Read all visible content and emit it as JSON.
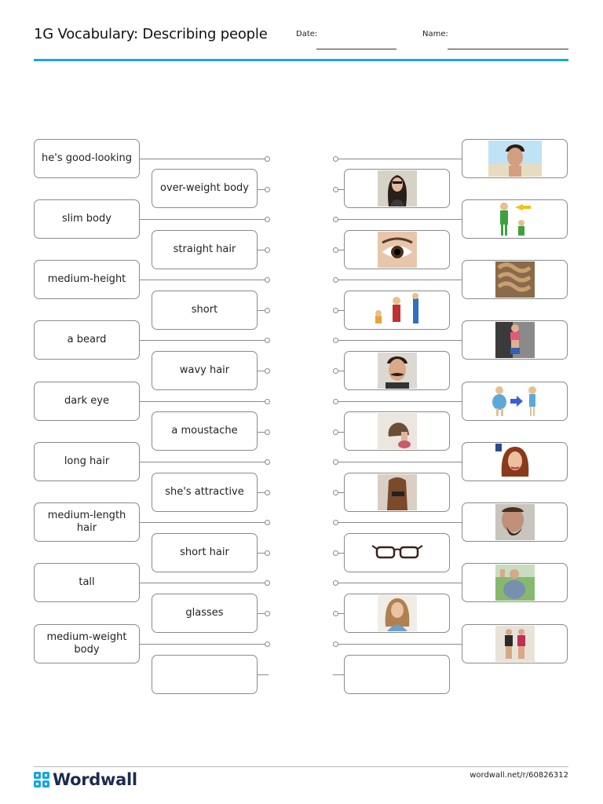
{
  "header": {
    "title": "1G Vocabulary: Describing people",
    "date_label": "Date:",
    "name_label": "Name:"
  },
  "left_column": [
    "he's good-looking",
    "slim body",
    "medium-height",
    "a beard",
    "dark eye",
    "long hair",
    "medium-length hair",
    "tall",
    "medium-weight body"
  ],
  "inner_left_column": [
    "over-weight body",
    "straight hair",
    "short",
    "wavy hair",
    "a moustache",
    "she's attractive",
    "short hair",
    "glasses",
    ""
  ],
  "inner_right_images": [
    "woman-long-dark-hair-image",
    "dark-eye-image",
    "short-medium-tall-figures-image",
    "man-moustache-image",
    "short-hair-image",
    "straight-hair-image",
    "glasses-image",
    "woman-attractive-image",
    "empty"
  ],
  "right_images": [
    "good-looking-man-image",
    "short-tall-cartoon-image",
    "wavy-hair-image",
    "slim-woman-image",
    "overweight-to-slim-cartoon-image",
    "woman-medium-hair-image",
    "man-beard-image",
    "overweight-woman-image",
    "two-women-image"
  ],
  "footer": {
    "brand": "Wordwall",
    "url": "wordwall.net/r/60826312"
  },
  "colors": {
    "accent_rule": "#19a5e1",
    "box_border": "#8a8a8a",
    "logo_text": "#1d2b4f"
  }
}
